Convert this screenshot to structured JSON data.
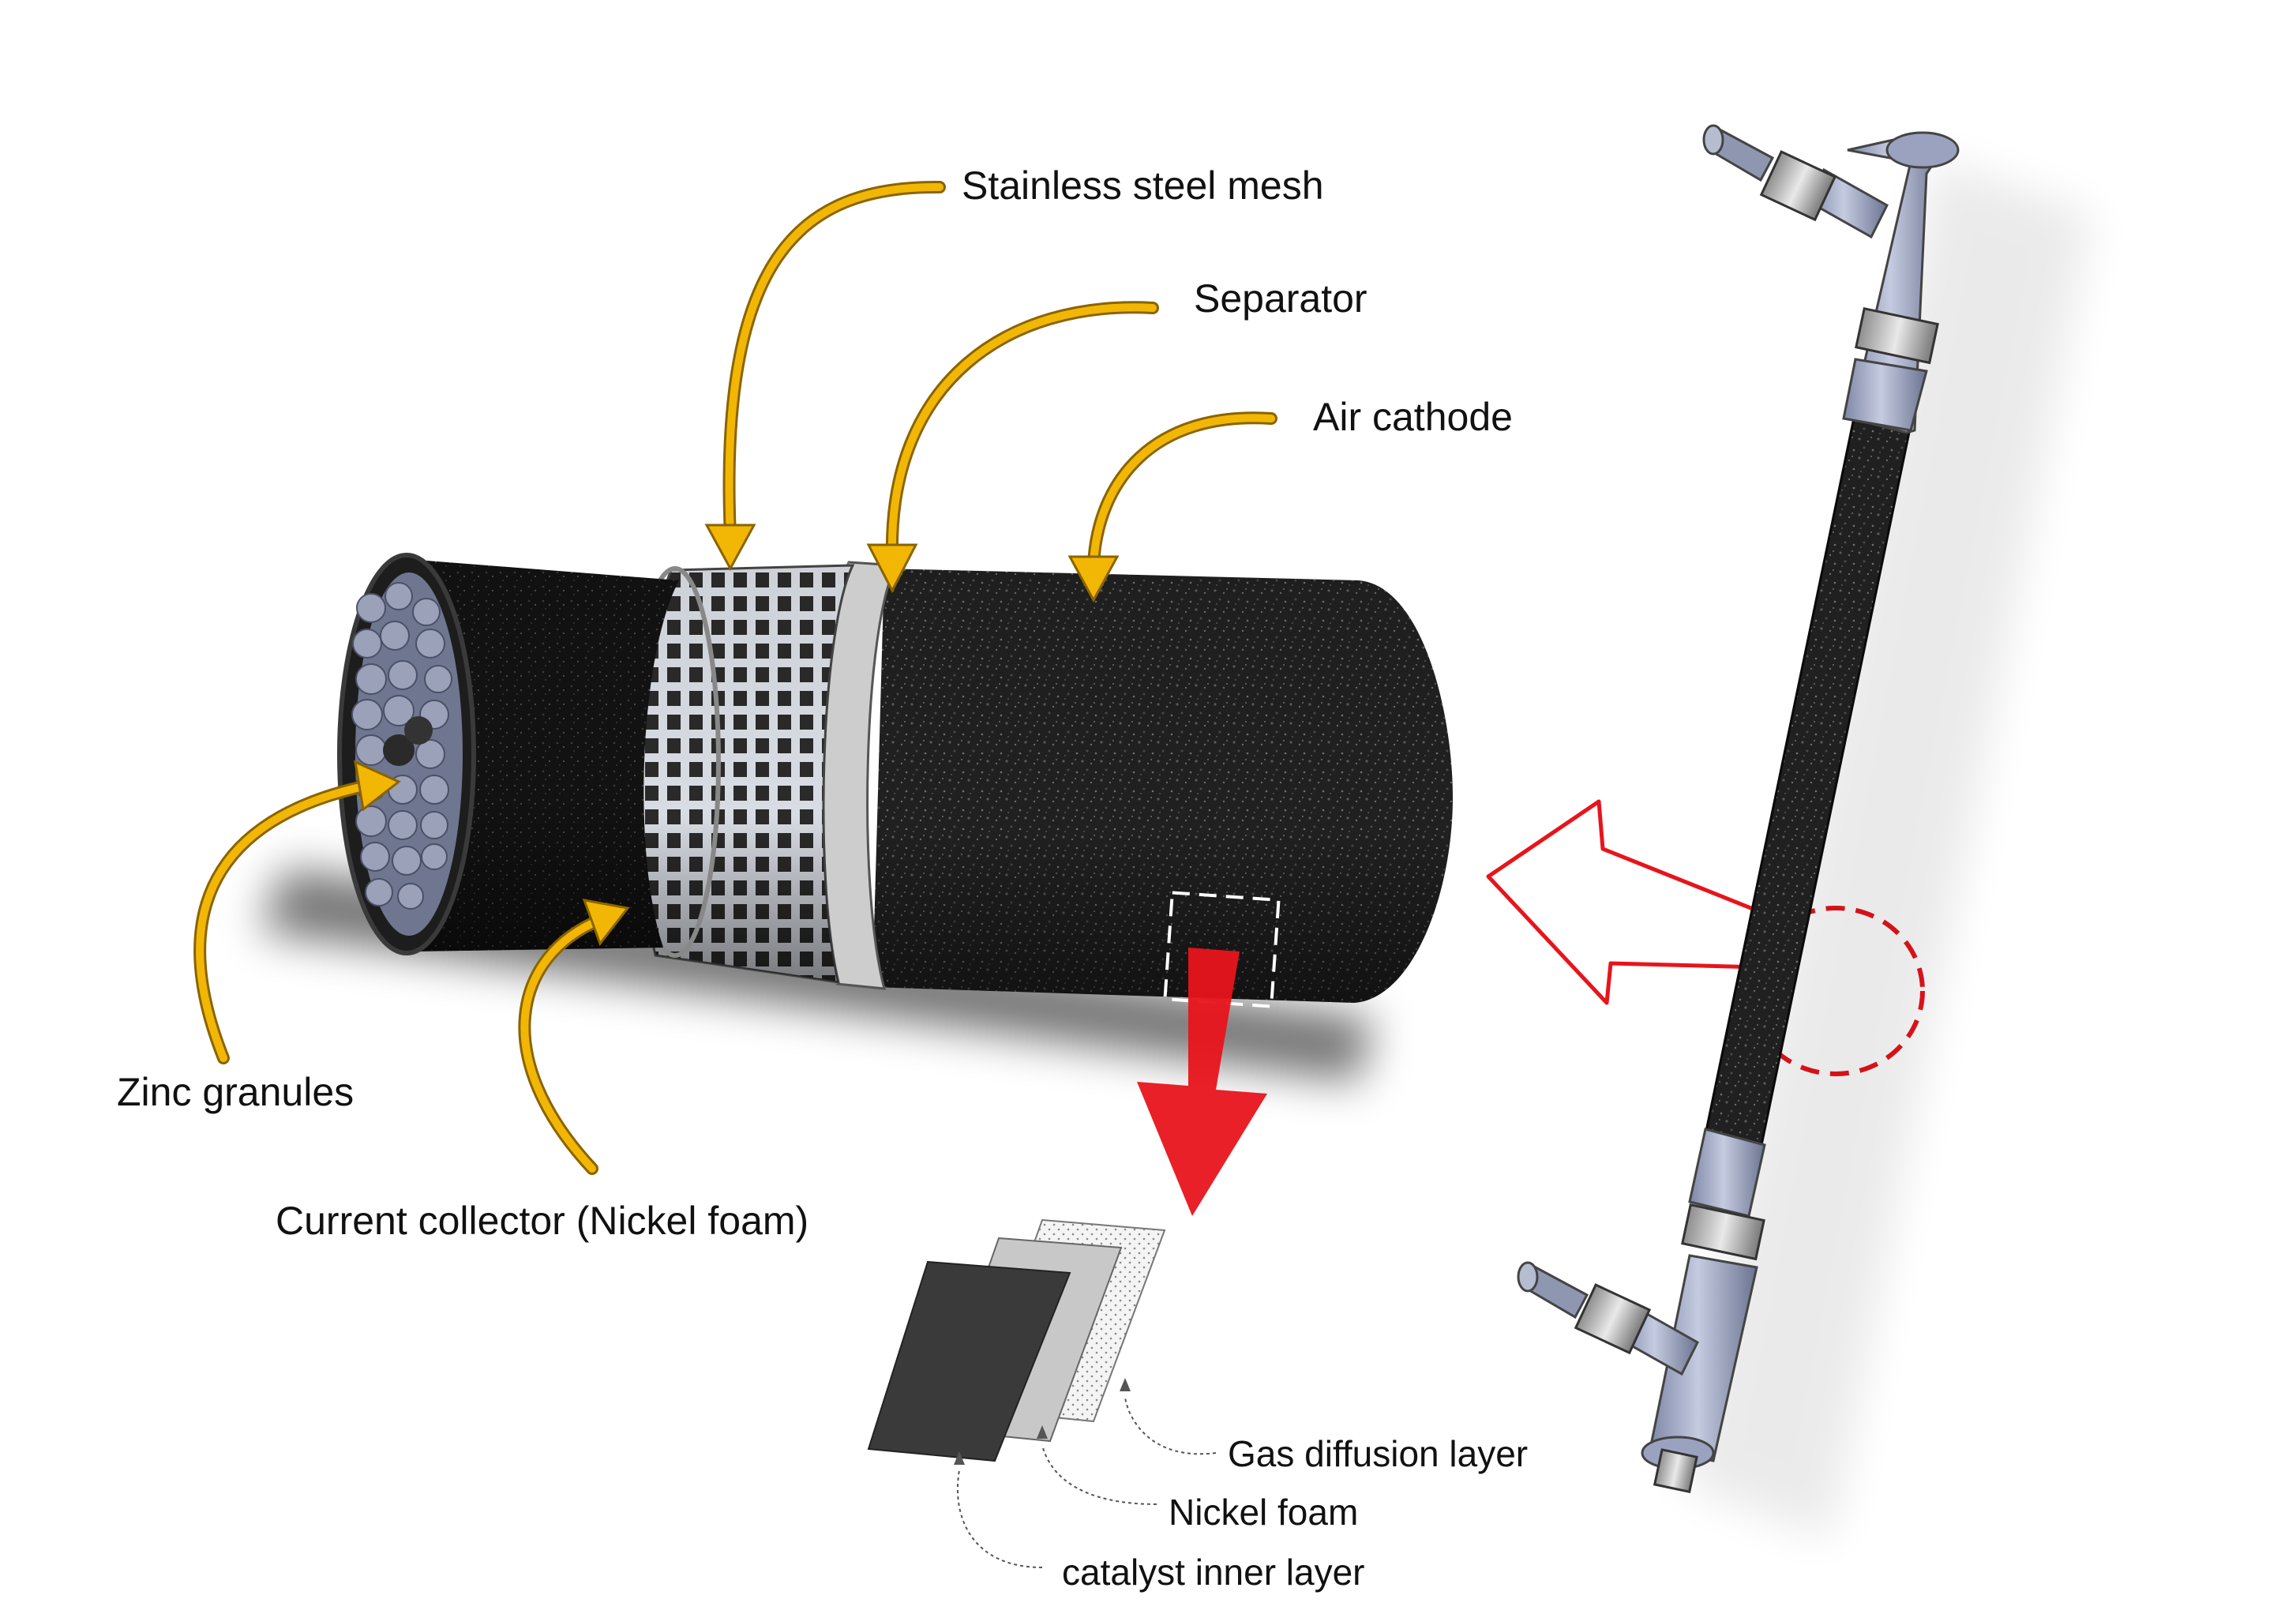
{
  "labels": {
    "stainless_steel_mesh": "Stainless steel mesh",
    "separator": "Separator",
    "air_cathode": "Air cathode",
    "zinc_granules": "Zinc granules",
    "current_collector": "Current collector (Nickel foam)",
    "gas_diffusion_layer": "Gas diffusion layer",
    "nickel_foam": "Nickel foam",
    "catalyst_inner_layer": "catalyst inner layer"
  },
  "colors": {
    "callout_arrow": "#f2b705",
    "callout_outline": "#8a6400",
    "detail_arrow": "#e8141b",
    "zoom_outline": "#e8141b",
    "carbon_black": "#1c1c1c",
    "mesh_silver": "#cfd3da",
    "pipe_fitting": "#a8b0c8"
  },
  "icons": {
    "callout": "curved-arrow",
    "zoom_indicator": "hollow-arrow-left",
    "detail_pointer": "solid-arrow-down"
  }
}
